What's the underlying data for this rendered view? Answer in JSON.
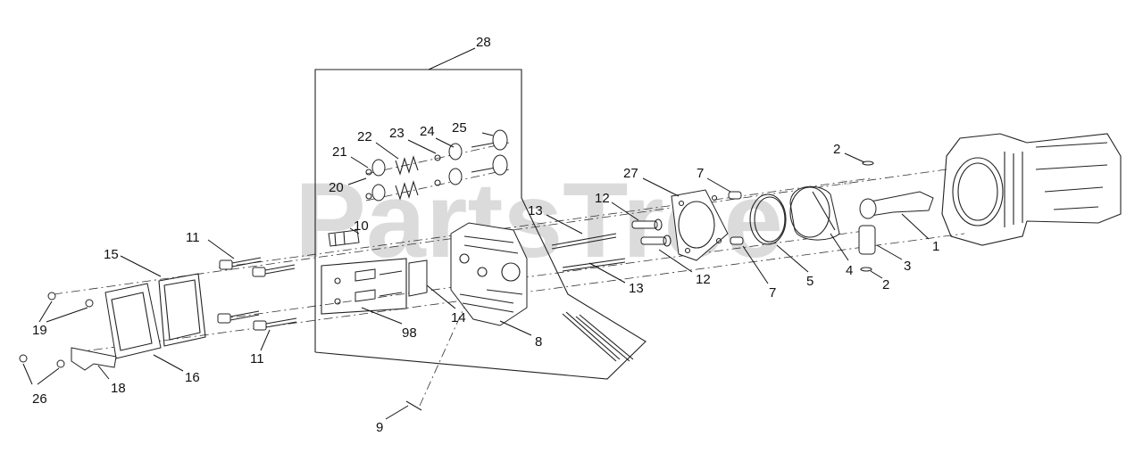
{
  "watermark": {
    "text": "PartsTree",
    "tm": "™"
  },
  "callouts": [
    {
      "id": "c28",
      "text": "28"
    },
    {
      "id": "c25",
      "text": "25"
    },
    {
      "id": "c24",
      "text": "24"
    },
    {
      "id": "c23",
      "text": "23"
    },
    {
      "id": "c22",
      "text": "22"
    },
    {
      "id": "c21",
      "text": "21"
    },
    {
      "id": "c20",
      "text": "20"
    },
    {
      "id": "c10",
      "text": "10"
    },
    {
      "id": "c11a",
      "text": "11"
    },
    {
      "id": "c15",
      "text": "15"
    },
    {
      "id": "c19",
      "text": "19"
    },
    {
      "id": "c26",
      "text": "26"
    },
    {
      "id": "c18",
      "text": "18"
    },
    {
      "id": "c16",
      "text": "16"
    },
    {
      "id": "c11b",
      "text": "11"
    },
    {
      "id": "c98",
      "text": "98"
    },
    {
      "id": "c14",
      "text": "14"
    },
    {
      "id": "c8",
      "text": "8"
    },
    {
      "id": "c9",
      "text": "9"
    },
    {
      "id": "c13a",
      "text": "13"
    },
    {
      "id": "c13b",
      "text": "13"
    },
    {
      "id": "c12a",
      "text": "12"
    },
    {
      "id": "c12b",
      "text": "12"
    },
    {
      "id": "c27",
      "text": "27"
    },
    {
      "id": "c7a",
      "text": "7"
    },
    {
      "id": "c7b",
      "text": "7"
    },
    {
      "id": "c5",
      "text": "5"
    },
    {
      "id": "c4",
      "text": "4"
    },
    {
      "id": "c2a",
      "text": "2"
    },
    {
      "id": "c2b",
      "text": "2"
    },
    {
      "id": "c3",
      "text": "3"
    },
    {
      "id": "c1",
      "text": "1"
    }
  ]
}
